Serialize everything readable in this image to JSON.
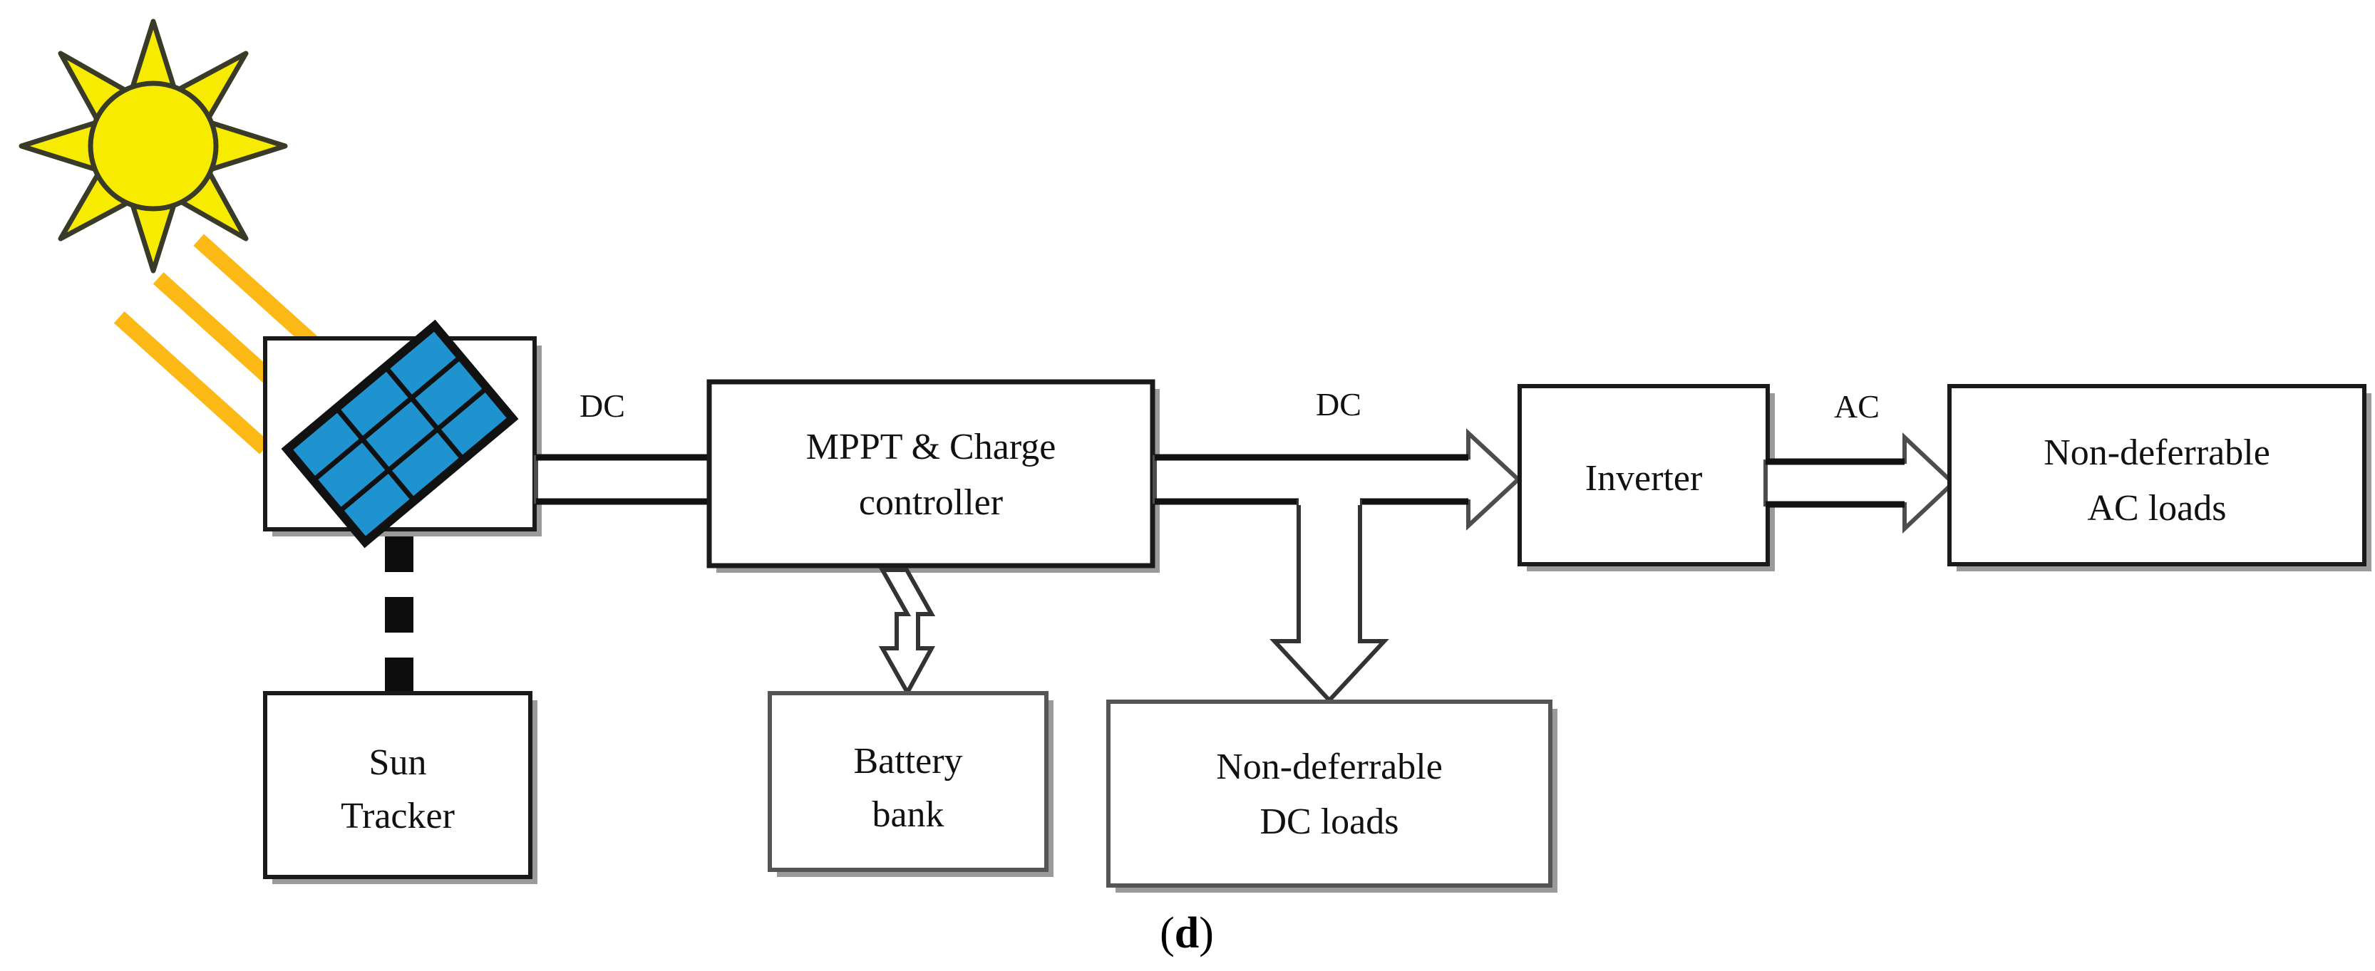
{
  "figure": {
    "caption": "(d)",
    "caption_prefix": "(",
    "caption_letter": "d",
    "caption_suffix": ")"
  },
  "colors": {
    "sun_fill": "#f7ec00",
    "sun_stroke": "#3a3a28",
    "ray_fill": "#fcb814",
    "panel_fill": "#1f93cf",
    "panel_stroke": "#111111",
    "box_stroke": "#1a1a1a",
    "box_shadow": "#808080",
    "arrow_stroke": "#4d4d4d",
    "text": "#111111",
    "background": "#ffffff"
  },
  "blocks": [
    {
      "id": "pv-array",
      "label_lines": [
        ""
      ],
      "label": ""
    },
    {
      "id": "sun-tracker",
      "label_lines": [
        "Sun",
        "Tracker"
      ],
      "label": "Sun Tracker"
    },
    {
      "id": "mppt-charge-controller",
      "label_lines": [
        "MPPT & Charge",
        "controller"
      ],
      "label": "MPPT & Charge controller"
    },
    {
      "id": "battery-bank",
      "label_lines": [
        "Battery",
        "bank"
      ],
      "label": "Battery bank"
    },
    {
      "id": "non-deferrable-dc-loads",
      "label_lines": [
        "Non-deferrable",
        "DC loads"
      ],
      "label": "Non-deferrable DC loads"
    },
    {
      "id": "inverter",
      "label_lines": [
        "Inverter"
      ],
      "label": "Inverter"
    },
    {
      "id": "non-deferrable-ac-loads",
      "label_lines": [
        "Non-deferrable",
        "AC loads"
      ],
      "label": "Non-deferrable AC loads"
    }
  ],
  "block_text": {
    "sun_tracker_line1": "Sun",
    "sun_tracker_line2": "Tracker",
    "mppt_line1": "MPPT & Charge",
    "mppt_line2": "controller",
    "battery_line1": "Battery",
    "battery_line2": "bank",
    "dc_loads_line1": "Non-deferrable",
    "dc_loads_line2": "DC loads",
    "inverter_line1": "Inverter",
    "ac_loads_line1": "Non-deferrable",
    "ac_loads_line2": "AC loads"
  },
  "flow_labels": {
    "dc_pv_to_mppt": "DC",
    "dc_mppt_to_inverter": "DC",
    "ac_inverter_to_loads": "AC"
  },
  "connections": [
    {
      "id": "pv-to-mppt",
      "from": "pv-array",
      "to": "mppt-charge-controller",
      "label": "DC",
      "style": "block-arrow",
      "direction": "right"
    },
    {
      "id": "pv-to-sun-tracker",
      "from": "pv-array",
      "to": "sun-tracker",
      "label": "",
      "style": "dotted-square-link",
      "direction": "down"
    },
    {
      "id": "mppt-to-battery",
      "from": "mppt-charge-controller",
      "to": "battery-bank",
      "label": "",
      "style": "block-arrow",
      "direction": "bidirectional-vertical"
    },
    {
      "id": "mppt-to-inverter",
      "from": "mppt-charge-controller",
      "to": "inverter",
      "label": "DC",
      "style": "block-arrow",
      "direction": "right"
    },
    {
      "id": "bus-to-dc-loads",
      "from": "mppt-charge-controller",
      "to": "non-deferrable-dc-loads",
      "label": "",
      "style": "block-arrow",
      "direction": "down"
    },
    {
      "id": "inverter-to-ac-loads",
      "from": "inverter",
      "to": "non-deferrable-ac-loads",
      "label": "AC",
      "style": "block-arrow",
      "direction": "right"
    }
  ],
  "icons": {
    "sun": "sun-icon",
    "solar_panel": "solar-panel-icon",
    "sun_rays": "sun-ray-arrow-icon"
  }
}
